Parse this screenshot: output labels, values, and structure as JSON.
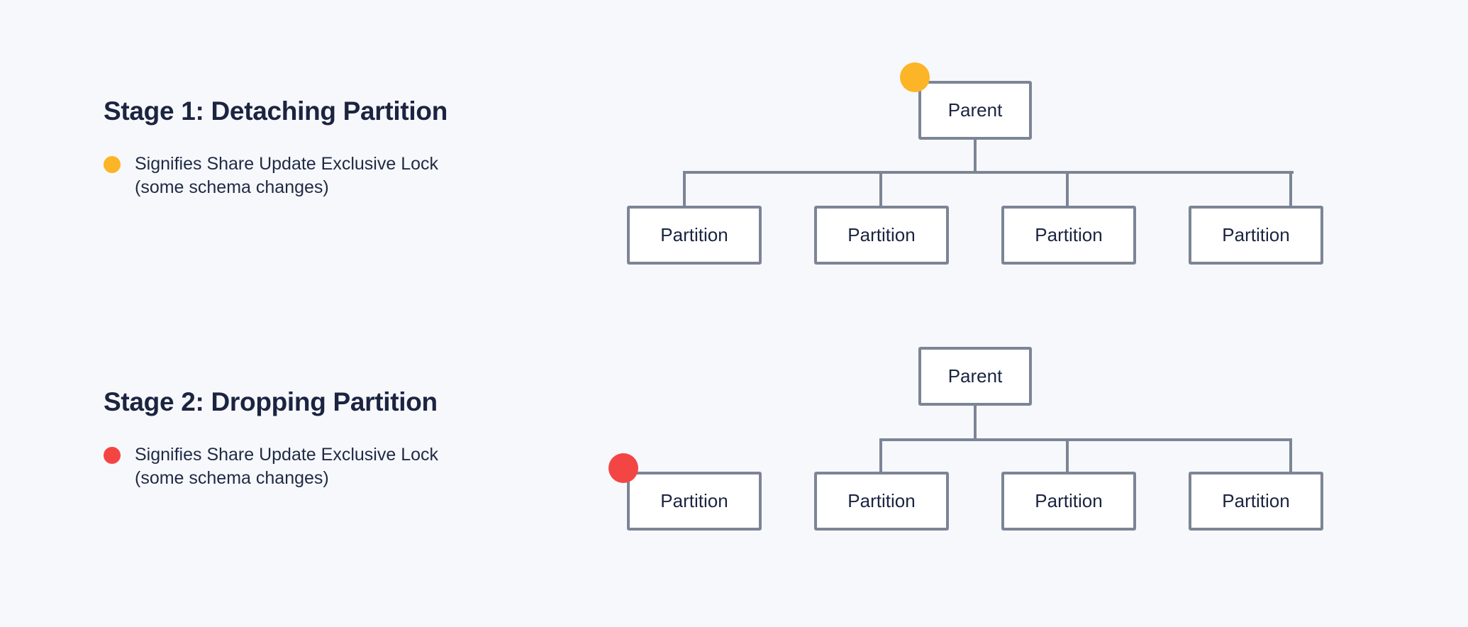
{
  "background_color": "#f7f8fc",
  "palette": {
    "heading_text": "#1b2440",
    "body_text": "#1f2a44",
    "node_border": "#7c8595",
    "node_fill": "#ffffff",
    "connector": "#7c8595",
    "lock_yellow": "#fcb526",
    "lock_red": "#f44545"
  },
  "stages": [
    {
      "id": "stage-1",
      "heading": "Stage 1: Detaching Partition",
      "legend": {
        "dot_color": "#fcb526",
        "dot_name": "yellow-lock-dot",
        "text": "Signifies Share Update Exclusive Lock\n(some schema changes)"
      },
      "tree": {
        "parent_label": "Parent",
        "parent_dot_color": "#fcb526",
        "partitions": [
          {
            "label": "Partition",
            "attached": true
          },
          {
            "label": "Partition",
            "attached": true
          },
          {
            "label": "Partition",
            "attached": true
          },
          {
            "label": "Partition",
            "attached": true
          }
        ]
      }
    },
    {
      "id": "stage-2",
      "heading": "Stage 2: Dropping Partition",
      "legend": {
        "dot_color": "#f44545",
        "dot_name": "red-lock-dot",
        "text": "Signifies Share Update Exclusive Lock\n(some schema changes)"
      },
      "tree": {
        "parent_label": "Parent",
        "parent_dot_color": null,
        "partitions": [
          {
            "label": "Partition",
            "attached": false,
            "dot_color": "#f44545"
          },
          {
            "label": "Partition",
            "attached": true
          },
          {
            "label": "Partition",
            "attached": true
          },
          {
            "label": "Partition",
            "attached": true
          }
        ]
      }
    }
  ]
}
